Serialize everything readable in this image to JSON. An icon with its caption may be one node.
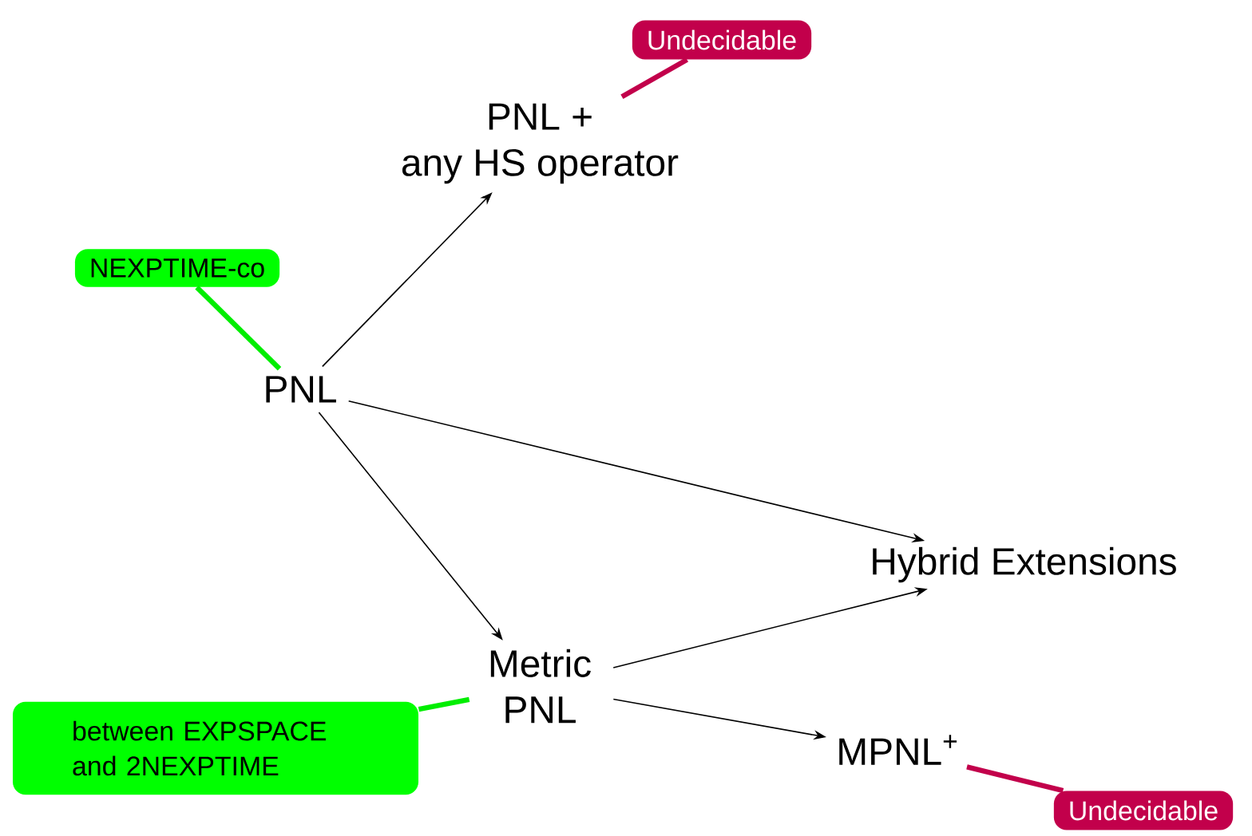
{
  "diagram": {
    "nodes": [
      {
        "text": [
          "Undecidable"
        ]
      },
      {
        "text": [
          "PNL + any HS operator"
        ]
      },
      {
        "text": [
          "NEXPTIME-co"
        ]
      },
      {
        "text": [
          "PNL"
        ]
      },
      {
        "text": [
          "Hybrid Extensions"
        ]
      },
      {
        "text": [
          "Metric PNL"
        ]
      },
      {
        "text": [
          "between EXPSPACE and 2NEXPTIME"
        ]
      },
      {
        "text": [
          "MPNL$^{+}$"
        ]
      },
      {
        "text": [
          "Undecidable"
        ]
      }
    ],
    "edges": [
      {
        "from": 3,
        "to": 1,
        "arrow": "to"
      },
      {
        "from": 3,
        "to": 4,
        "arrow": "to"
      },
      {
        "from": 3,
        "to": 5,
        "arrow": "to"
      },
      {
        "from": 5,
        "to": 4,
        "arrow": "to"
      },
      {
        "from": 5,
        "to": 7,
        "arrow": "to"
      },
      {
        "from": 0,
        "to": 1,
        "arrow": "none",
        "style": "thick",
        "color": "#c2004b"
      },
      {
        "from": 2,
        "to": 3,
        "arrow": "none",
        "style": "thick",
        "color": "#00ee00"
      },
      {
        "from": 6,
        "to": 5,
        "arrow": "none",
        "style": "thick",
        "color": "#00ee00"
      },
      {
        "from": 8,
        "to": 7,
        "arrow": "none",
        "style": "thick",
        "color": "#c2004b"
      }
    ]
  }
}
